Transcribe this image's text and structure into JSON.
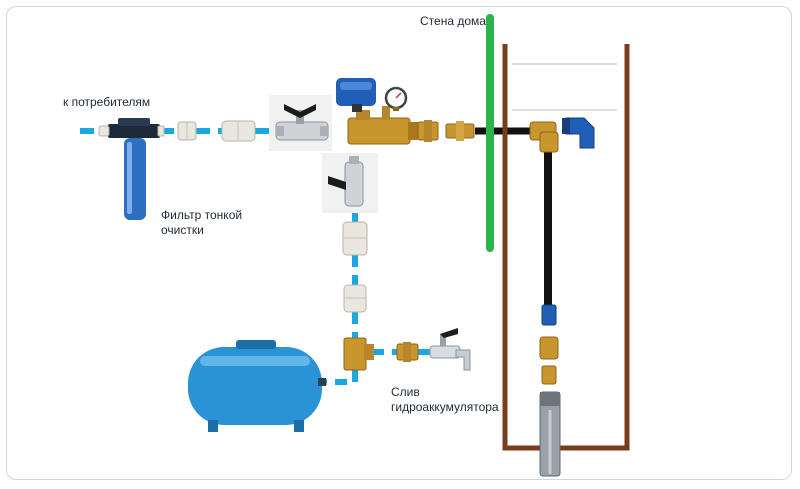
{
  "labels": {
    "to_consumers": "к потребителям",
    "fine_filter": [
      "Фильтр тонкой",
      "очистки"
    ],
    "house_wall": "Стена дома",
    "drain": [
      "Слив",
      "гидроаккумулятора"
    ]
  },
  "colors": {
    "water_dash": "#1da7e0",
    "wall_green": "#2db34a",
    "well_brown": "#7a3d1c",
    "tank_blue": "#2a93d6",
    "filter_blue": "#2f6fc2",
    "brass": "#c9962e",
    "pipe_black": "#111111",
    "fitting_white": "#e9e7df",
    "switch_blue": "#1f5fb8"
  },
  "icons": [
    "filter-housing-icon",
    "ball-valve-icon",
    "pressure-switch-icon",
    "pressure-gauge-icon",
    "hydroaccumulator-tank-icon",
    "drain-tap-icon",
    "submersible-pump-icon"
  ]
}
